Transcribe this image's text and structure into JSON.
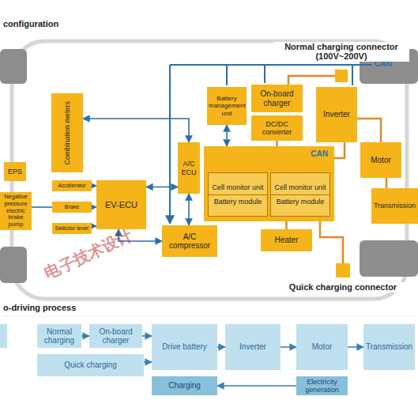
{
  "diagram": {
    "title": "configuration",
    "nodes": [
      {
        "text": [
          "Normal charging connector (100V~200V)"
        ]
      },
      {
        "text": [
          "Combination meters"
        ]
      },
      {
        "text": [
          "EPS"
        ]
      },
      {
        "text": [
          "Negative pressure electric brake pump"
        ]
      },
      {
        "text": [
          "Accelerator"
        ]
      },
      {
        "text": [
          "Brake"
        ]
      },
      {
        "text": [
          "Selector lever"
        ]
      },
      {
        "text": [
          "EV-ECU"
        ]
      },
      {
        "text": [
          "Battery management unit"
        ]
      },
      {
        "text": [
          "A/C ECU"
        ]
      },
      {
        "text": [
          "A/C compressor"
        ]
      },
      {
        "text": [
          "CAN"
        ]
      },
      {
        "text": [
          "Cell monitor unit",
          "Battery module"
        ],
        "in": 11
      },
      {
        "text": [
          "Cell monitor unit",
          "Battery module"
        ],
        "in": 11
      },
      {
        "text": [
          "Heater"
        ]
      },
      {
        "text": [
          "On-board charger"
        ]
      },
      {
        "text": [
          "DC/DC converter"
        ]
      },
      {
        "text": [
          "Inverter"
        ]
      },
      {
        "text": [
          "Motor"
        ]
      },
      {
        "text": [
          "Transmission"
        ]
      },
      {
        "text": [
          "Quick charging connector"
        ]
      },
      {
        "text": [
          "Normal charging"
        ]
      },
      {
        "text": [
          "On-board charger"
        ]
      },
      {
        "text": [
          "Quick charging"
        ]
      },
      {
        "text": [
          "Drive battery"
        ]
      },
      {
        "text": [
          "Charging"
        ]
      },
      {
        "text": [
          "Inverter"
        ]
      },
      {
        "text": [
          "Motor"
        ]
      },
      {
        "text": [
          "Transmission"
        ]
      },
      {
        "text": [
          "Electricity generation"
        ]
      }
    ],
    "edges": [
      {
        "from": 0,
        "to": 15,
        "arrow": "none"
      },
      {
        "from": 1,
        "to": 9,
        "arrow": "both"
      },
      {
        "from": 7,
        "to": 9,
        "arrow": "both"
      },
      {
        "from": 9,
        "to": 10,
        "arrow": "both"
      },
      {
        "from": 4,
        "to": 7,
        "arrow": "to"
      },
      {
        "from": 5,
        "to": 7,
        "arrow": "to"
      },
      {
        "from": 6,
        "to": 7,
        "arrow": "to"
      },
      {
        "from": 3,
        "to": 5,
        "arrow": "none"
      },
      {
        "from": 7,
        "to": 10,
        "arrow": "both"
      },
      {
        "from": 8,
        "to": 11,
        "arrow": "both"
      },
      {
        "from": 16,
        "to": 11,
        "arrow": "none"
      },
      {
        "from": 11,
        "to": 17,
        "arrow": "none"
      },
      {
        "from": 17,
        "to": 18,
        "arrow": "none"
      },
      {
        "from": 18,
        "to": 19,
        "arrow": "none"
      },
      {
        "from": 11,
        "to": 20,
        "arrow": "none"
      },
      {
        "from": 14,
        "to": 11,
        "arrow": "none"
      },
      {
        "from": 21,
        "to": 22,
        "arrow": "to"
      },
      {
        "from": 22,
        "to": 24,
        "arrow": "to"
      },
      {
        "from": 23,
        "to": 24,
        "arrow": "to"
      },
      {
        "from": 24,
        "to": 26,
        "arrow": "to"
      },
      {
        "from": 26,
        "to": 27,
        "arrow": "to"
      },
      {
        "from": 27,
        "to": 28,
        "arrow": "to"
      },
      {
        "from": 29,
        "to": 25,
        "arrow": "to"
      }
    ],
    "labels": [
      "CAN",
      "o-driving process",
      "电子技术设计"
    ]
  }
}
